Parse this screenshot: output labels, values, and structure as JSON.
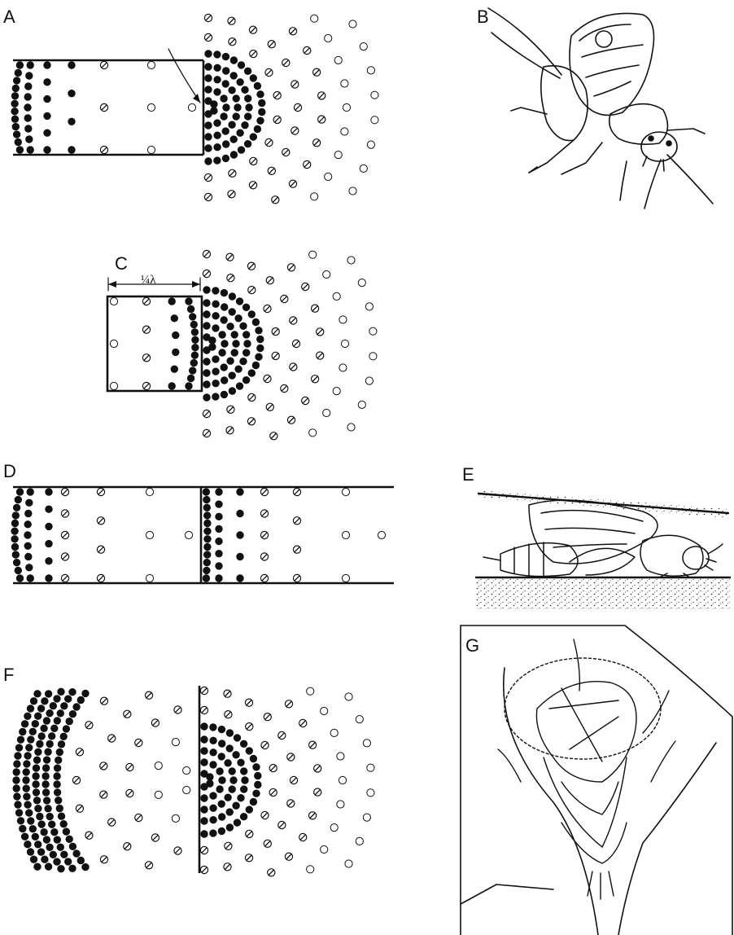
{
  "panels": [
    {
      "id": "A",
      "label": "A"
    },
    {
      "id": "B",
      "label": "B"
    },
    {
      "id": "C",
      "label": "C"
    },
    {
      "id": "D",
      "label": "D"
    },
    {
      "id": "E",
      "label": "E"
    },
    {
      "id": "F",
      "label": "F"
    },
    {
      "id": "G",
      "label": "G"
    }
  ],
  "annotations": {
    "quarter_wavelength": "¼λ"
  }
}
